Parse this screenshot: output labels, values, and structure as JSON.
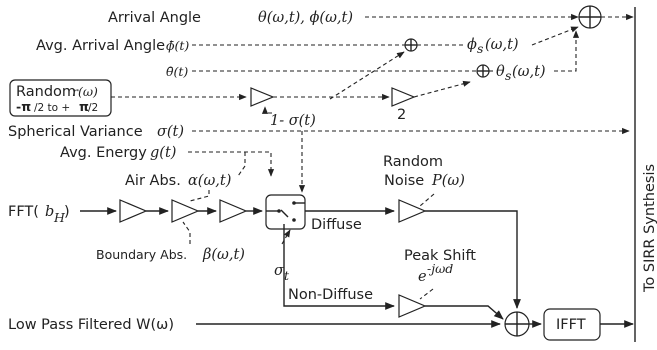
{
  "labels": {
    "arrival_angle": "Arrival Angle",
    "arrival_angle_sym": "θ(ω,t), ϕ(ω,t)",
    "avg_arrival_angle": "Avg. Arrival Angle",
    "phi_bar": "ϕ̄(t)",
    "theta_bar": "θ̄(t)",
    "phi_s": "ϕ",
    "phi_s_sub": "s",
    "phi_s_arg": "(ω,t)",
    "theta_s": "θ",
    "theta_s_sub": "s",
    "theta_s_arg": "(ω,t)",
    "random_title": "Random",
    "random_sym": "r(ω)",
    "random_range_a": "-π",
    "random_range_b": "/2 to +",
    "random_range_c": "π",
    "random_range_d": "/2",
    "one_minus_sigma": "1- σ(t)",
    "two": "2",
    "spherical_variance": "Spherical Variance",
    "spherical_variance_sym": "σ(t)",
    "avg_energy": "Avg. Energy",
    "avg_energy_sym": "g(t)",
    "random_noise_1": "Random",
    "random_noise_2": "Noise",
    "random_noise_sym": "P(ω)",
    "air_abs": "Air Abs.",
    "air_abs_sym": "α(ω,t)",
    "fft": "FFT(",
    "fft_b": "b",
    "fft_sub": "H",
    "fft_close": ")",
    "diffuse": "Diffuse",
    "boundary_abs": "Boundary Abs.",
    "boundary_abs_sym": "β(ω,t)",
    "sigma_t": "σ",
    "sigma_t_sub": "t",
    "peak_shift": "Peak Shift",
    "peak_shift_sym": "e",
    "peak_shift_exp": "-jωd",
    "non_diffuse": "Non-Diffuse",
    "low_pass": "Low Pass Filtered W(ω)",
    "ifft": "IFFT",
    "to_sirr": "To SIRR Synthesis"
  }
}
